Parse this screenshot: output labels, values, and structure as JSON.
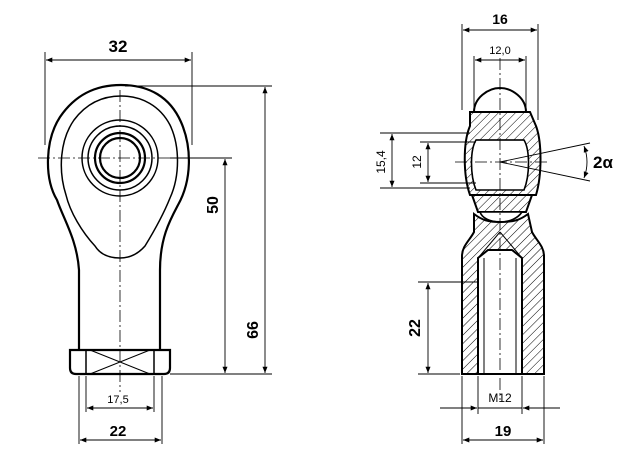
{
  "drawing": {
    "front_view": {
      "dim_width_head": "32",
      "dim_center_to_shank_end": "50",
      "dim_overall_length": "66",
      "dim_hex_across_flats": "17,5",
      "dim_shank_width": "22"
    },
    "side_view": {
      "dim_head_width": "16",
      "dim_ball_width": "12,0",
      "dim_ball_diameter": "15,4",
      "dim_bore": "12",
      "dim_tilt_angle": "2α",
      "dim_thread_depth": "22",
      "thread_label": "M12",
      "dim_shank_width": "19"
    }
  }
}
